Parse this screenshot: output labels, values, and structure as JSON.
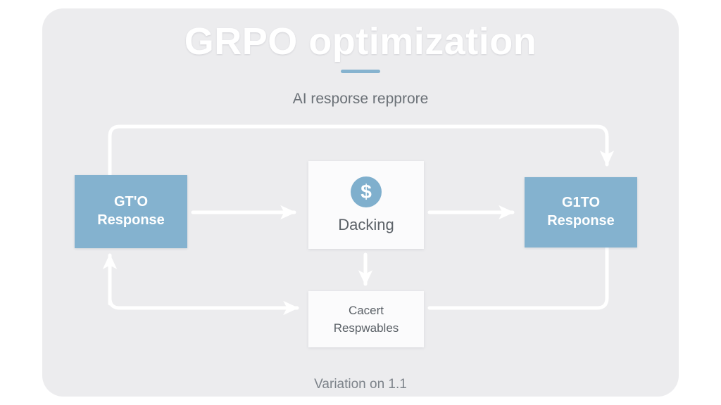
{
  "page": {
    "title": "GRPO optimization",
    "subtitle": "AI resporse repprore",
    "footnote": "Variation on 1.1",
    "accent_color": "#86b3cf",
    "card_background": "#ececee",
    "canvas_background": "#ffffff"
  },
  "nodes": {
    "left_response": {
      "label_line1": "GT'O",
      "label_line2": "Response",
      "fill": "#84b2cf",
      "text_color": "#ffffff"
    },
    "center_scoring": {
      "icon": "dollar-icon",
      "icon_glyph": "$",
      "icon_fill": "#7fafcd",
      "label": "Dacking",
      "fill": "#fbfbfc",
      "text_color": "#585e65"
    },
    "right_response": {
      "label_line1": "G1TO",
      "label_line2": "Response",
      "fill": "#84b2cf",
      "text_color": "#ffffff"
    },
    "bottom_box": {
      "label_line1": "Cacert",
      "label_line2": "Respwables",
      "fill": "#fbfbfc",
      "text_color": "#5b6167"
    }
  },
  "connectors": {
    "stroke_color": "#ffffff",
    "stroke_width": 5,
    "items": [
      {
        "name": "left-to-center",
        "from": "left_response",
        "to": "center_scoring",
        "direction": "right",
        "arrowhead": true
      },
      {
        "name": "center-to-right",
        "from": "center_scoring",
        "to": "right_response",
        "direction": "right",
        "arrowhead": true
      },
      {
        "name": "center-to-bottom",
        "from": "center_scoring",
        "to": "bottom_box",
        "direction": "down",
        "arrowhead": true
      },
      {
        "name": "right-to-bottom-loop",
        "from": "right_response",
        "to": "bottom_box",
        "direction": "down-left",
        "arrowhead": false
      },
      {
        "name": "bottom-to-left-loop",
        "from": "bottom_box",
        "to": "left_response",
        "direction": "left-up",
        "arrowhead": true
      },
      {
        "name": "left-top-to-right-top-loop",
        "from": "left_response",
        "to": "right_response",
        "direction": "up-right-down",
        "arrowhead": true
      }
    ]
  }
}
